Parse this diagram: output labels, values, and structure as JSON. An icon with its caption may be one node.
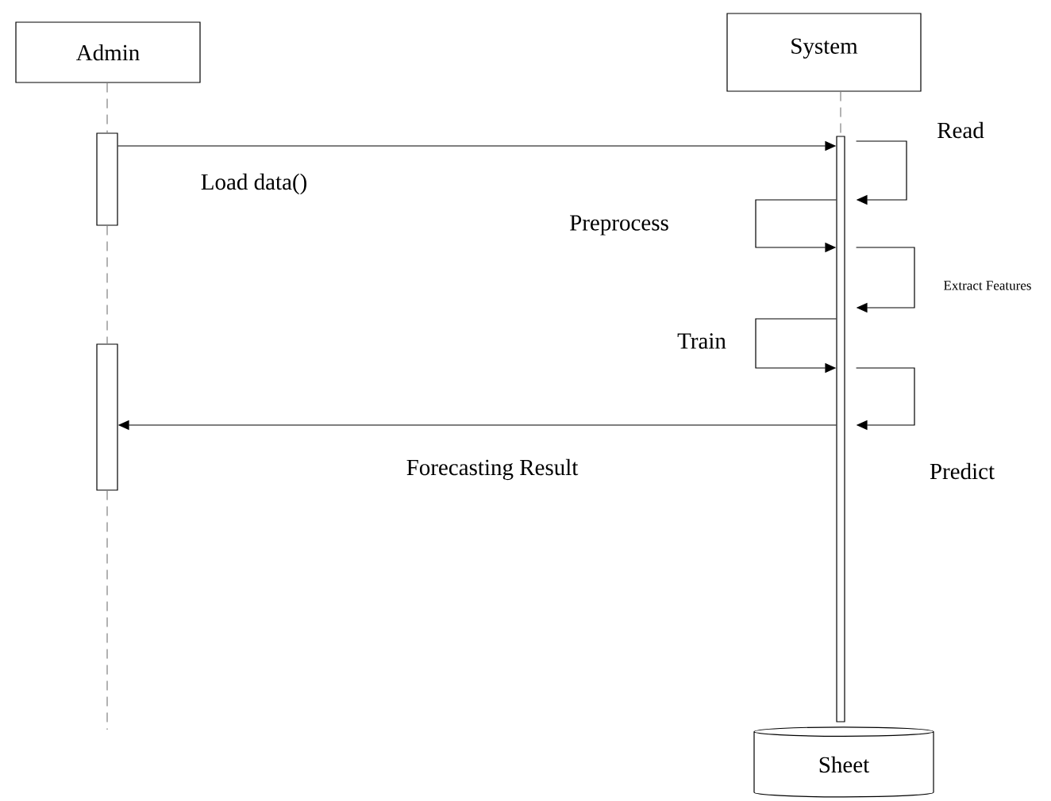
{
  "diagram": {
    "nodes": [
      {
        "text": [
          "Admin"
        ]
      },
      {
        "text": [
          "System"
        ]
      },
      {
        "text": [],
        "shape": "bar"
      },
      {
        "text": [],
        "shape": "bar"
      },
      {
        "text": [],
        "shape": "bar"
      },
      {
        "text": [
          "Sheet"
        ]
      }
    ],
    "edges": [
      {
        "from": 0,
        "to": 2,
        "arrow": "none",
        "style": "dashed",
        "color": "#808080"
      },
      {
        "from": 2,
        "to": 3,
        "arrow": "none",
        "style": "dashed",
        "color": "#808080"
      },
      {
        "from": 3,
        "to": null,
        "arrow": "none",
        "style": "dashed",
        "color": "#808080"
      },
      {
        "from": 1,
        "to": 4,
        "arrow": "none",
        "style": "dashed",
        "color": "#808080"
      },
      {
        "from": 2,
        "to": 4,
        "arrow": "to",
        "label": "Load data()"
      },
      {
        "from": 4,
        "to": 4,
        "arrow": "to",
        "label": "Read"
      },
      {
        "from": 4,
        "to": 4,
        "arrow": "to",
        "label": "Preprocess"
      },
      {
        "from": 4,
        "to": 4,
        "arrow": "to",
        "label": "Extract Features"
      },
      {
        "from": 4,
        "to": 4,
        "arrow": "to",
        "label": "Train"
      },
      {
        "from": 4,
        "to": 4,
        "arrow": "to",
        "label": "Predict"
      },
      {
        "from": 4,
        "to": 3,
        "arrow": "to",
        "label": "Forecasting Result"
      }
    ]
  }
}
